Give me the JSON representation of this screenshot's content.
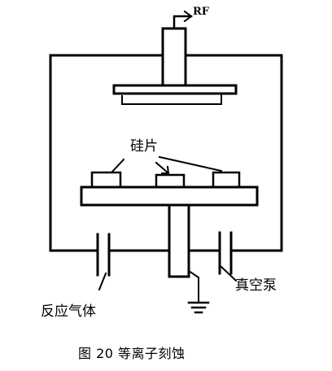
{
  "labels": {
    "rf": "RF",
    "wafer": "硅片",
    "reactive_gas": "反应气体",
    "vacuum_pump": "真空泵"
  },
  "caption": "图  20  等离子刻蚀"
}
